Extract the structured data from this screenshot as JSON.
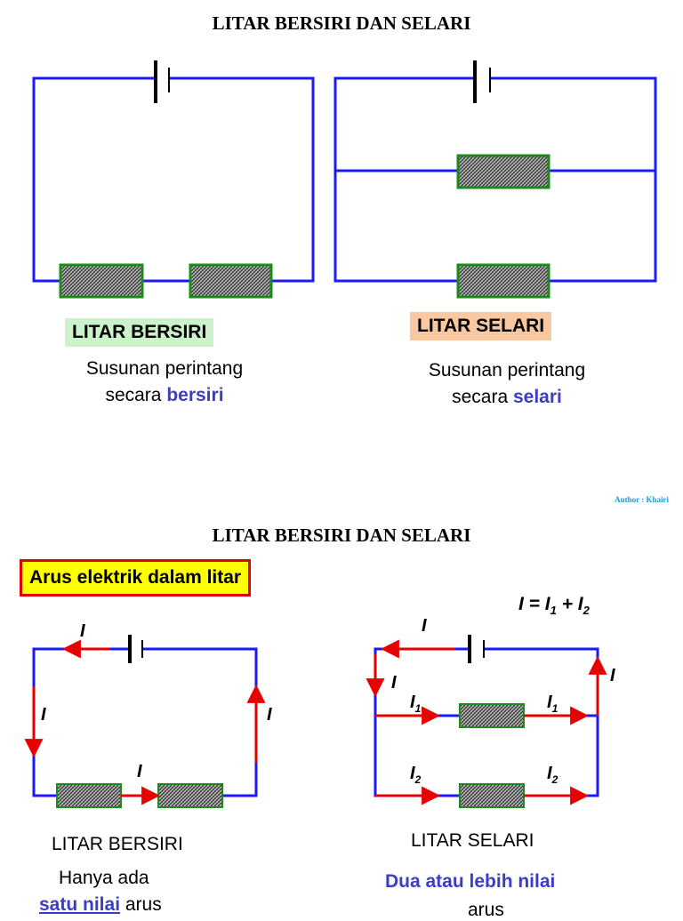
{
  "section1": {
    "title": "LITAR BERSIRI DAN SELARI",
    "series_label": "LITAR BERSIRI",
    "series_caption_line1": "Susunan perintang",
    "series_caption_prefix": "secara ",
    "series_caption_accent": "bersiri",
    "parallel_label": "LITAR SELARI",
    "parallel_caption_line1": "Susunan perintang",
    "parallel_caption_prefix": "secara ",
    "parallel_caption_accent": "selari"
  },
  "author": "Author : Khairi",
  "section2": {
    "title": "LITAR BERSIRI DAN SELARI",
    "highlight": "Arus elektrik dalam litar",
    "formula": {
      "I": "I",
      "eq": " = ",
      "I1": "I",
      "sub1": "1",
      "plus": " + ",
      "I2": "I",
      "sub2": "2"
    },
    "current_symbol": "I",
    "sub_1": "1",
    "sub_2": "2",
    "series_title": "LITAR BERSIRI",
    "series_line1": "Hanya ada",
    "series_line2_accent": "satu nilai",
    "series_line2_suffix": " arus",
    "parallel_title": "LITAR SELARI",
    "parallel_line1": "Dua atau lebih nilai",
    "parallel_line2": "arus"
  },
  "colors": {
    "wire": "#1a1aff",
    "current": "#e60000",
    "resistor_fill": "#8c8c8c",
    "resistor_border": "#1a8c1a",
    "accent_text": "#3c3cc4"
  }
}
